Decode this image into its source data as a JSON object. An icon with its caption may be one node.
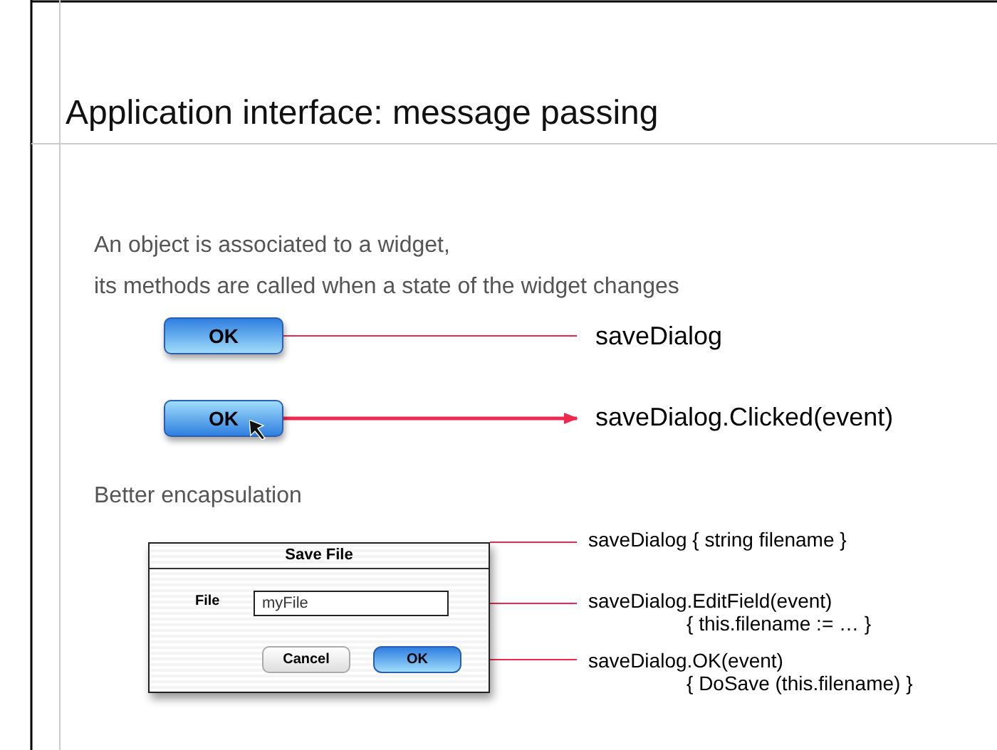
{
  "diagram": {
    "title": "Application interface: message passing",
    "nodes": [
      {
        "text": [
          "OK"
        ]
      },
      {
        "text": [
          "saveDialog"
        ]
      },
      {
        "text": [
          "OK"
        ]
      },
      {
        "text": [
          "saveDialog.Clicked(event)"
        ]
      },
      {
        "text": [
          "Save File"
        ]
      },
      {
        "text": [
          "myFile"
        ],
        "in": 4,
        "beside": [
          "File"
        ]
      },
      {
        "text": [
          "Cancel"
        ],
        "in": 4
      },
      {
        "text": [
          "OK"
        ],
        "in": 4
      },
      {
        "text": [
          "saveDialog { string filename }"
        ]
      },
      {
        "text": [
          "saveDialog.EditField(event)",
          "{ this.filename := … }"
        ]
      },
      {
        "text": [
          "saveDialog.OK(event)",
          "{ DoSave (this.filename) }"
        ]
      }
    ],
    "edges": [
      {
        "from": 0,
        "to": 1,
        "arrow": "none"
      },
      {
        "from": 2,
        "to": 3,
        "arrow": "to",
        "style": "thick"
      },
      {
        "from": 4,
        "to": 8,
        "arrow": "none"
      },
      {
        "from": 5,
        "to": 9,
        "arrow": "none"
      },
      {
        "from": 7,
        "to": 10,
        "arrow": "none"
      }
    ],
    "labels": [
      "An object is associated to a widget,",
      "its methods are called when a state of the widget changes",
      "Better encapsulation"
    ]
  }
}
